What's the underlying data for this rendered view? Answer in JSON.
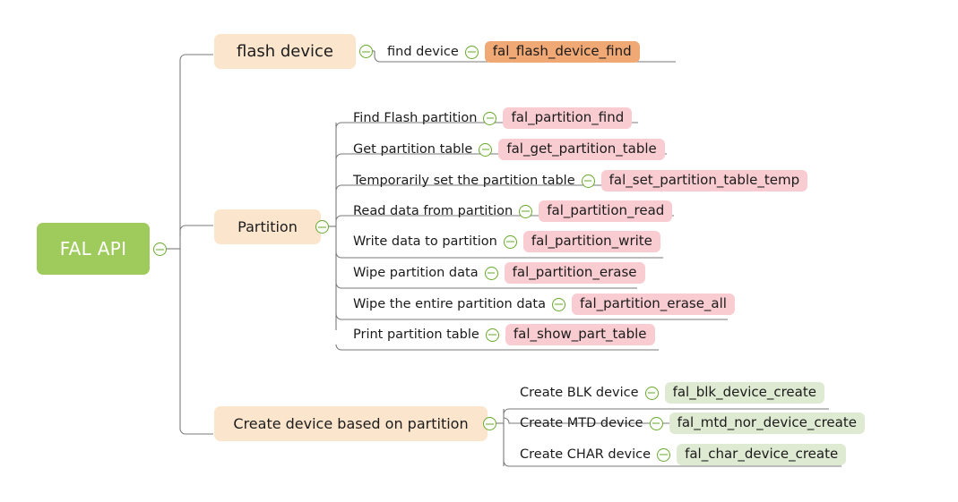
{
  "diagram": {
    "title": "FAL API",
    "background": "#ffffff",
    "colors": {
      "root": "#9fca5c",
      "root_text": "#ffffff",
      "branch": "#fbe5cd",
      "chip_pink": "#f9ccd1",
      "chip_orange": "#f0a874",
      "chip_green": "#dfead3",
      "wire": "#7a7a7a",
      "collapse_icon": "#6aa92f"
    },
    "collapse_icon_name": "collapse-minus-icon"
  },
  "root": {
    "label": "FAL API"
  },
  "branches": [
    {
      "id": "flash-device",
      "label": "flash device",
      "chip_style": "chip-orange",
      "leaves": [
        {
          "label": "find device",
          "api": "fal_flash_device_find"
        }
      ]
    },
    {
      "id": "partition",
      "label": "Partition",
      "chip_style": "chip-pink",
      "leaves": [
        {
          "label": "Find Flash partition",
          "api": "fal_partition_find"
        },
        {
          "label": "Get partition table",
          "api": "fal_get_partition_table"
        },
        {
          "label": "Temporarily set the partition table",
          "api": "fal_set_partition_table_temp"
        },
        {
          "label": "Read data from partition",
          "api": "fal_partition_read"
        },
        {
          "label": "Write data to partition",
          "api": "fal_partition_write"
        },
        {
          "label": "Wipe partition data",
          "api": "fal_partition_erase"
        },
        {
          "label": "Wipe the entire partition data",
          "api": "fal_partition_erase_all"
        },
        {
          "label": "Print partition table",
          "api": "fal_show_part_table"
        }
      ]
    },
    {
      "id": "create-device",
      "label": "Create device based on partition",
      "chip_style": "chip-green",
      "leaves": [
        {
          "label": "Create BLK device",
          "api": "fal_blk_device_create"
        },
        {
          "label": "Create MTD device",
          "api": "fal_mtd_nor_device_create"
        },
        {
          "label": "Create CHAR device",
          "api": "fal_char_device_create"
        }
      ]
    }
  ]
}
